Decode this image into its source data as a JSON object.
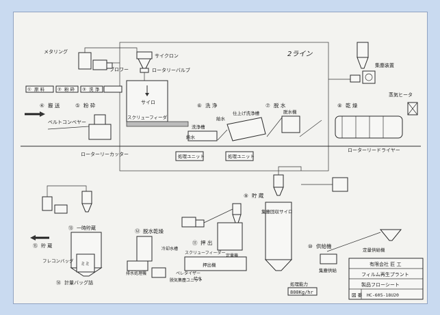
{
  "line2_label": "2ライン",
  "equipment": {
    "metering_fan": "メタリング",
    "blower": "ブロワー",
    "cyclone": "サイクロン",
    "rotary_valve": "ロータリーバルブ",
    "silo": "サイロ",
    "screw_feeder": "スクリューフィーダ",
    "bale_conveyor": "ベルトコンベヤー",
    "rotary_cutter": "ローターリーカッター",
    "wash_tank": "洗浄槽",
    "finish_wash_tank": "仕上げ洗浄槽",
    "water_supply_1": "給水",
    "water_supply_2": "給水",
    "dehydrator": "脱水機",
    "dust_collector": "集塵装置",
    "steam_heater": "蒸気ヒータ",
    "rotary_dryer": "ローターリードライヤー",
    "treatment_unit_1": "処理ユニット",
    "treatment_unit_2": "処理ユニット",
    "recovered_silo": "集塵回収サイロ",
    "fixed_hopper": "定量供給機",
    "material_feeder": "集塵供給",
    "flexible_bag": "フレコンバッグ",
    "bag_content": "ミミ",
    "extruder": "押出機",
    "screw_feeder_2": "スクリューフィーダー",
    "feeder": "定量機",
    "vent_dust_unit": "脱気集塵ユニット",
    "pelletizer": "ペレタイザー",
    "water_2": "給水",
    "waste_treatment": "排水処理機",
    "cooling_tank": "冷却水槽",
    "flow_rate": "処理能力",
    "capacity": "800Kg/hr"
  },
  "steps": [
    {
      "num": "①",
      "name": "原 料"
    },
    {
      "num": "②",
      "name": "粉 砕"
    },
    {
      "num": "③",
      "name": "洗 浄"
    },
    {
      "num": "④",
      "name": "搬 送"
    },
    {
      "num": "⑤",
      "name": "粉 砕"
    },
    {
      "num": "⑥",
      "name": "洗 浄"
    },
    {
      "num": "⑦",
      "name": "脱 水"
    },
    {
      "num": "⑧",
      "name": "乾 燥"
    },
    {
      "num": "⑨",
      "name": "貯 蔵"
    },
    {
      "num": "⑩",
      "name": "供給機"
    },
    {
      "num": "⑪",
      "name": "押 出"
    },
    {
      "num": "⑫",
      "name": "脱水乾燥"
    },
    {
      "num": "⑬",
      "name": "一時貯蔵"
    },
    {
      "num": "⑭",
      "name": "計量バッグ詰"
    },
    {
      "num": "⑮",
      "name": "貯 蔵"
    }
  ],
  "title_block": {
    "company": "有限会社 匠 工",
    "project": "フィルム再生プラント",
    "drawing": "製品フローシート",
    "drawing_label": "図 番",
    "drawing_number": "HC-605-18U20"
  },
  "colors": {
    "frame": "#c9daf0",
    "paper": "#f3f3f0",
    "ink": "#2a2a2a"
  }
}
